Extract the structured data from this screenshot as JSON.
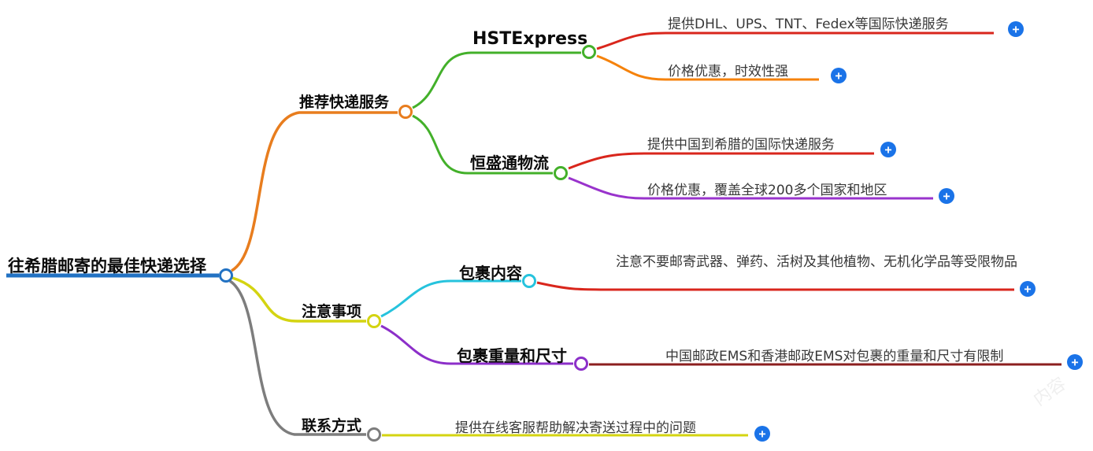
{
  "title": "往希腊邮寄的最佳快递选择",
  "colors": {
    "root_blue": "#2272c3",
    "branch_orange": "#e87d1e",
    "branch_yellow": "#d4d411",
    "branch_gray": "#7d7d7d",
    "green": "#43b02a",
    "red": "#d9261c",
    "leaf_orange": "#f5820b",
    "purple": "#9933cc",
    "cyan": "#26c3dd",
    "dark_red": "#8c1f1f",
    "plus_blue": "#1a73e8"
  },
  "root": {
    "label": "往希腊邮寄的最佳快递选择"
  },
  "branches": [
    {
      "label": "推荐快递服务",
      "children": [
        {
          "label": "HSTExpress",
          "children": [
            {
              "label": "提供DHL、UPS、TNT、Fedex等国际快递服务"
            },
            {
              "label": "价格优惠，时效性强"
            }
          ]
        },
        {
          "label": "恒盛通物流",
          "children": [
            {
              "label": "提供中国到希腊的国际快递服务"
            },
            {
              "label": "价格优惠，覆盖全球200多个国家和地区"
            }
          ]
        }
      ]
    },
    {
      "label": "注意事项",
      "children": [
        {
          "label": "包裹内容",
          "children": [
            {
              "label": "注意不要邮寄武器、弹药、活树及其他植物、无机化学品等受限物品"
            }
          ]
        },
        {
          "label": "包裹重量和尺寸",
          "children": [
            {
              "label": "中国邮政EMS和香港邮政EMS对包裹的重量和尺寸有限制"
            }
          ]
        }
      ]
    },
    {
      "label": "联系方式",
      "children": [
        {
          "label": "提供在线客服帮助解决寄送过程中的问题"
        }
      ]
    }
  ],
  "icons": {
    "expand": "+"
  },
  "watermark": "内容"
}
